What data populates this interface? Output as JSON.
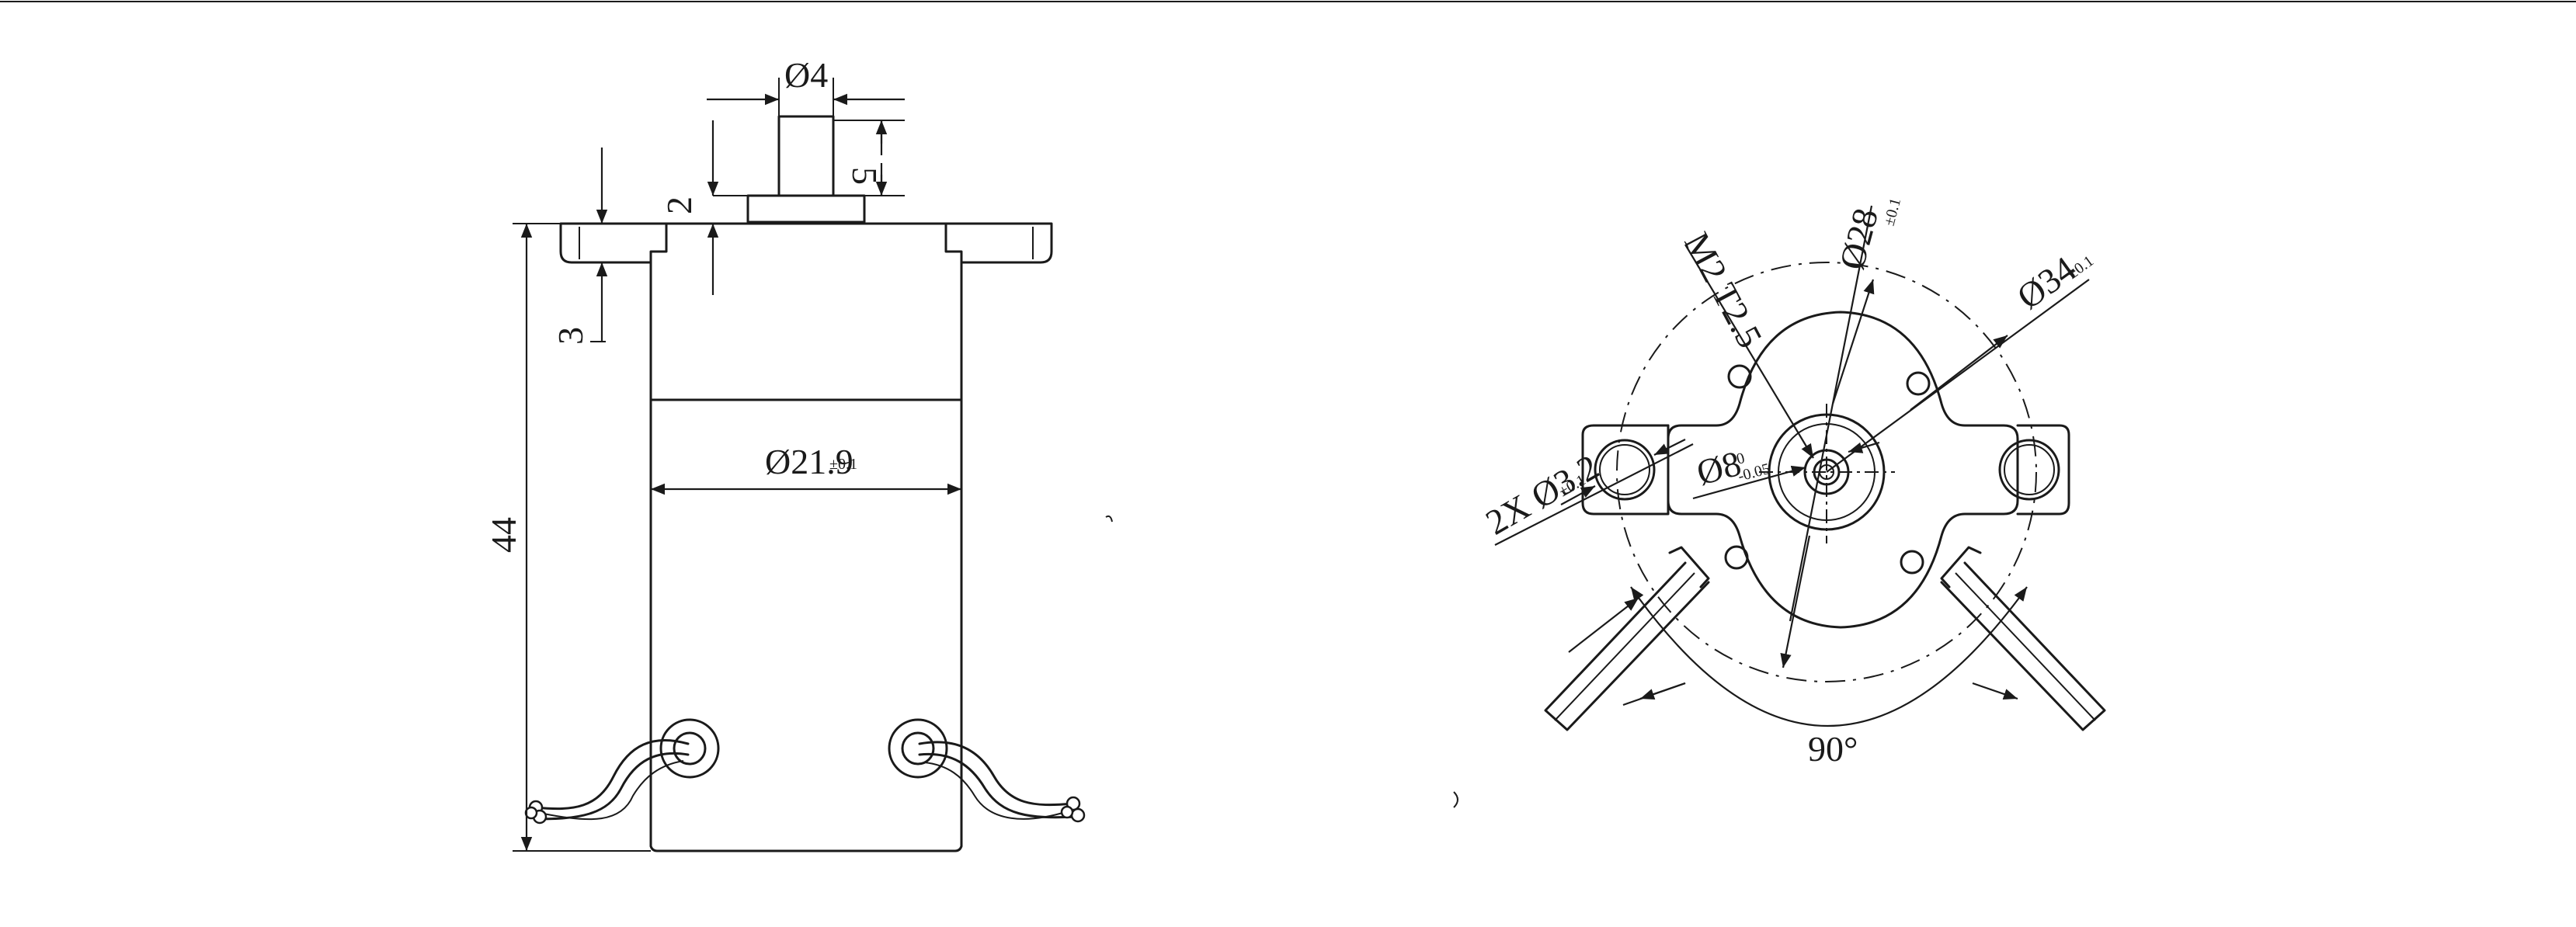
{
  "side_view": {
    "shaft_diameter_label": "Ø4",
    "shaft_length_label": "5",
    "boss_height_label": "2",
    "flange_thickness_label": "3",
    "body_diameter_label": "Ø21.9",
    "body_diameter_tol": "±0.1",
    "overall_length_label": "44"
  },
  "top_view": {
    "thread_label": "M2 T2.5",
    "pcd_label": "Ø28",
    "pcd_tol": "±0.1",
    "outer_diameter_label": "Ø34",
    "outer_diameter_tol": "±0.1",
    "mount_hole_label": "2X Ø3.2",
    "mount_hole_tol": "±0.1",
    "hub_label": "Ø8",
    "hub_tol_upper": "0",
    "hub_tol_lower": "-0.05",
    "angle_label": "90°"
  },
  "colors": {
    "line": "#1a1a1a",
    "background": "#ffffff"
  }
}
